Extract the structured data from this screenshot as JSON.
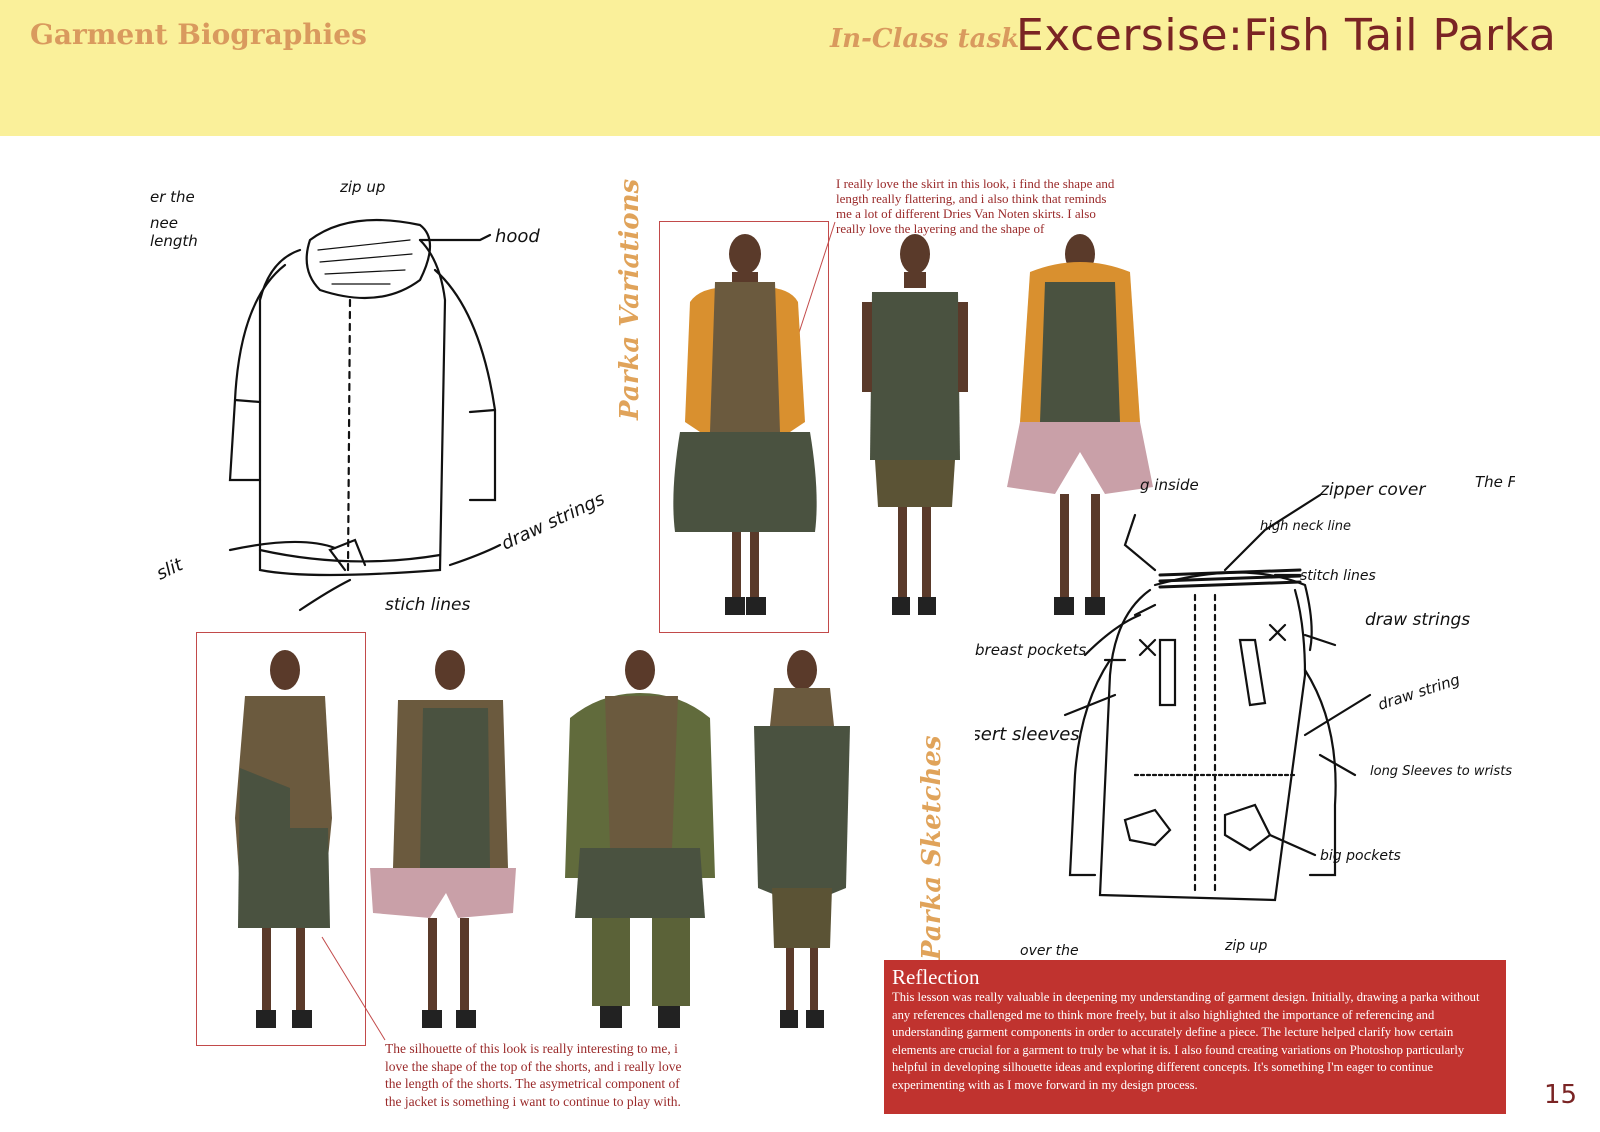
{
  "header": {
    "left": "Garment Biographies",
    "task": "In-Class task",
    "title": "Excersise:Fish Tail Parka"
  },
  "labels": {
    "variations": "Parka Variations",
    "sketches": "Parka Sketches"
  },
  "sketch1": {
    "over_the": "er the",
    "one": "nee",
    "length": "length",
    "zip_up": "zip up",
    "hood": "hood",
    "draw_strings": "draw strings",
    "slit": "slit",
    "stitch_lines": "stich lines"
  },
  "sketch2": {
    "inside": "g inside",
    "zipper_cover": "zipper cover",
    "high_neck": "high neck line",
    "stitch_lines": "stitch lines",
    "draw_strings": "draw strings",
    "breast_pockets": "breast pockets",
    "draw_string": "draw string",
    "insert_sleeves": "insert sleeves",
    "long_sleeves": "long Sleeves to wrists",
    "big_pockets": "big pockets",
    "over_the": "over the",
    "zip_up": "zip up",
    "the_fish": "The Fish P"
  },
  "notes": {
    "top": "I really love the skirt in this look, i find the shape and length really flattering, and i also think that reminds me a lot of different Dries Van Noten skirts. I also really love the layering and the shape of",
    "bottom": "The silhouette of this look is really interesting to me, i love the shape of the top of the shorts, and i really love the length of the shorts. The asymetrical component of the jacket is something i want to continue to play with."
  },
  "reflection": {
    "title": "Reflection",
    "body": "This lesson was really valuable in deepening my understanding of garment design. Initially, drawing a parka without any references challenged me to think more freely, but it also highlighted the importance of referencing and understanding garment components in order to accurately define a piece. The lecture helped clarify how certain elements are crucial for a garment to truly be what it is. I also found creating variations on Photoshop particularly helpful in developing silhouette ideas and exploring different concepts. It's something I'm eager to continue experimenting with as I move forward in my design process."
  },
  "page_number": "15",
  "colors": {
    "header_bg": "#faf09a",
    "accent_orange": "#d99a5e",
    "title_red": "#7a2424",
    "reflection_bg": "#c0332f",
    "olive": "#4a5240",
    "khaki": "#6b5a3e",
    "mustard": "#d89a3a",
    "pink_fur": "#c9a0a8"
  }
}
